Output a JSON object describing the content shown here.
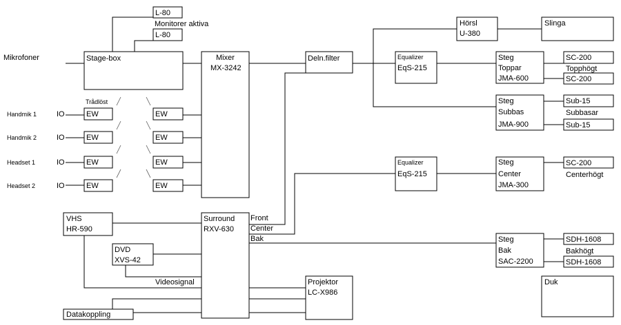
{
  "boxes": {
    "l80_top": "L-80",
    "l80_bottom": "L-80",
    "stage_box": "Stage-box",
    "mixer": [
      "Mixer",
      "MX-3242"
    ],
    "deln_filter": "Deln.filter",
    "horsl": [
      "Hörsl",
      "U-380"
    ],
    "slinga": "Slinga",
    "equalizer_1": [
      "Equalizer",
      "EqS-215"
    ],
    "steg_toppar": [
      "Steg",
      "Toppar",
      "JMA-600"
    ],
    "sc200_1": "SC-200",
    "sc200_2": "SC-200",
    "steg_subbas": [
      "Steg",
      "Subbas",
      "JMA-900"
    ],
    "sub15_1": "Sub-15",
    "sub15_2": "Sub-15",
    "ew": "EW",
    "equalizer_2": [
      "Equalizer",
      "EqS-215"
    ],
    "steg_center": [
      "Steg",
      "Center",
      "JMA-300"
    ],
    "sc200_3": "SC-200",
    "vhs": [
      "VHS",
      "HR-590"
    ],
    "surround": [
      "Surround",
      "RXV-630"
    ],
    "dvd": [
      "DVD",
      "XVS-42"
    ],
    "steg_bak": [
      "Steg",
      "Bak",
      "SAC-2200"
    ],
    "sdh_1": "SDH-1608",
    "sdh_2": "SDH-1608",
    "projektor": [
      "Projektor",
      "LC-X986"
    ],
    "duk": "Duk",
    "datakoppling": "Datakoppling"
  },
  "labels": {
    "monitorer": "Monitorer aktiva",
    "mikrofoner": "Mikrofoner",
    "tradlost": "Trådlöst",
    "handmik_1": "Handmik 1",
    "handmik_2": "Handmik 2",
    "headset_1": "Headset 1",
    "headset_2": "Headset 2",
    "io": "IO",
    "topphogt": "Topphögt",
    "subbasar": "Subbasar",
    "centerhogt": "Centerhögt",
    "front": "Front",
    "center": "Center",
    "bak": "Bak",
    "bakhogt": "Bakhögt",
    "videosignal": "Videosignal"
  }
}
